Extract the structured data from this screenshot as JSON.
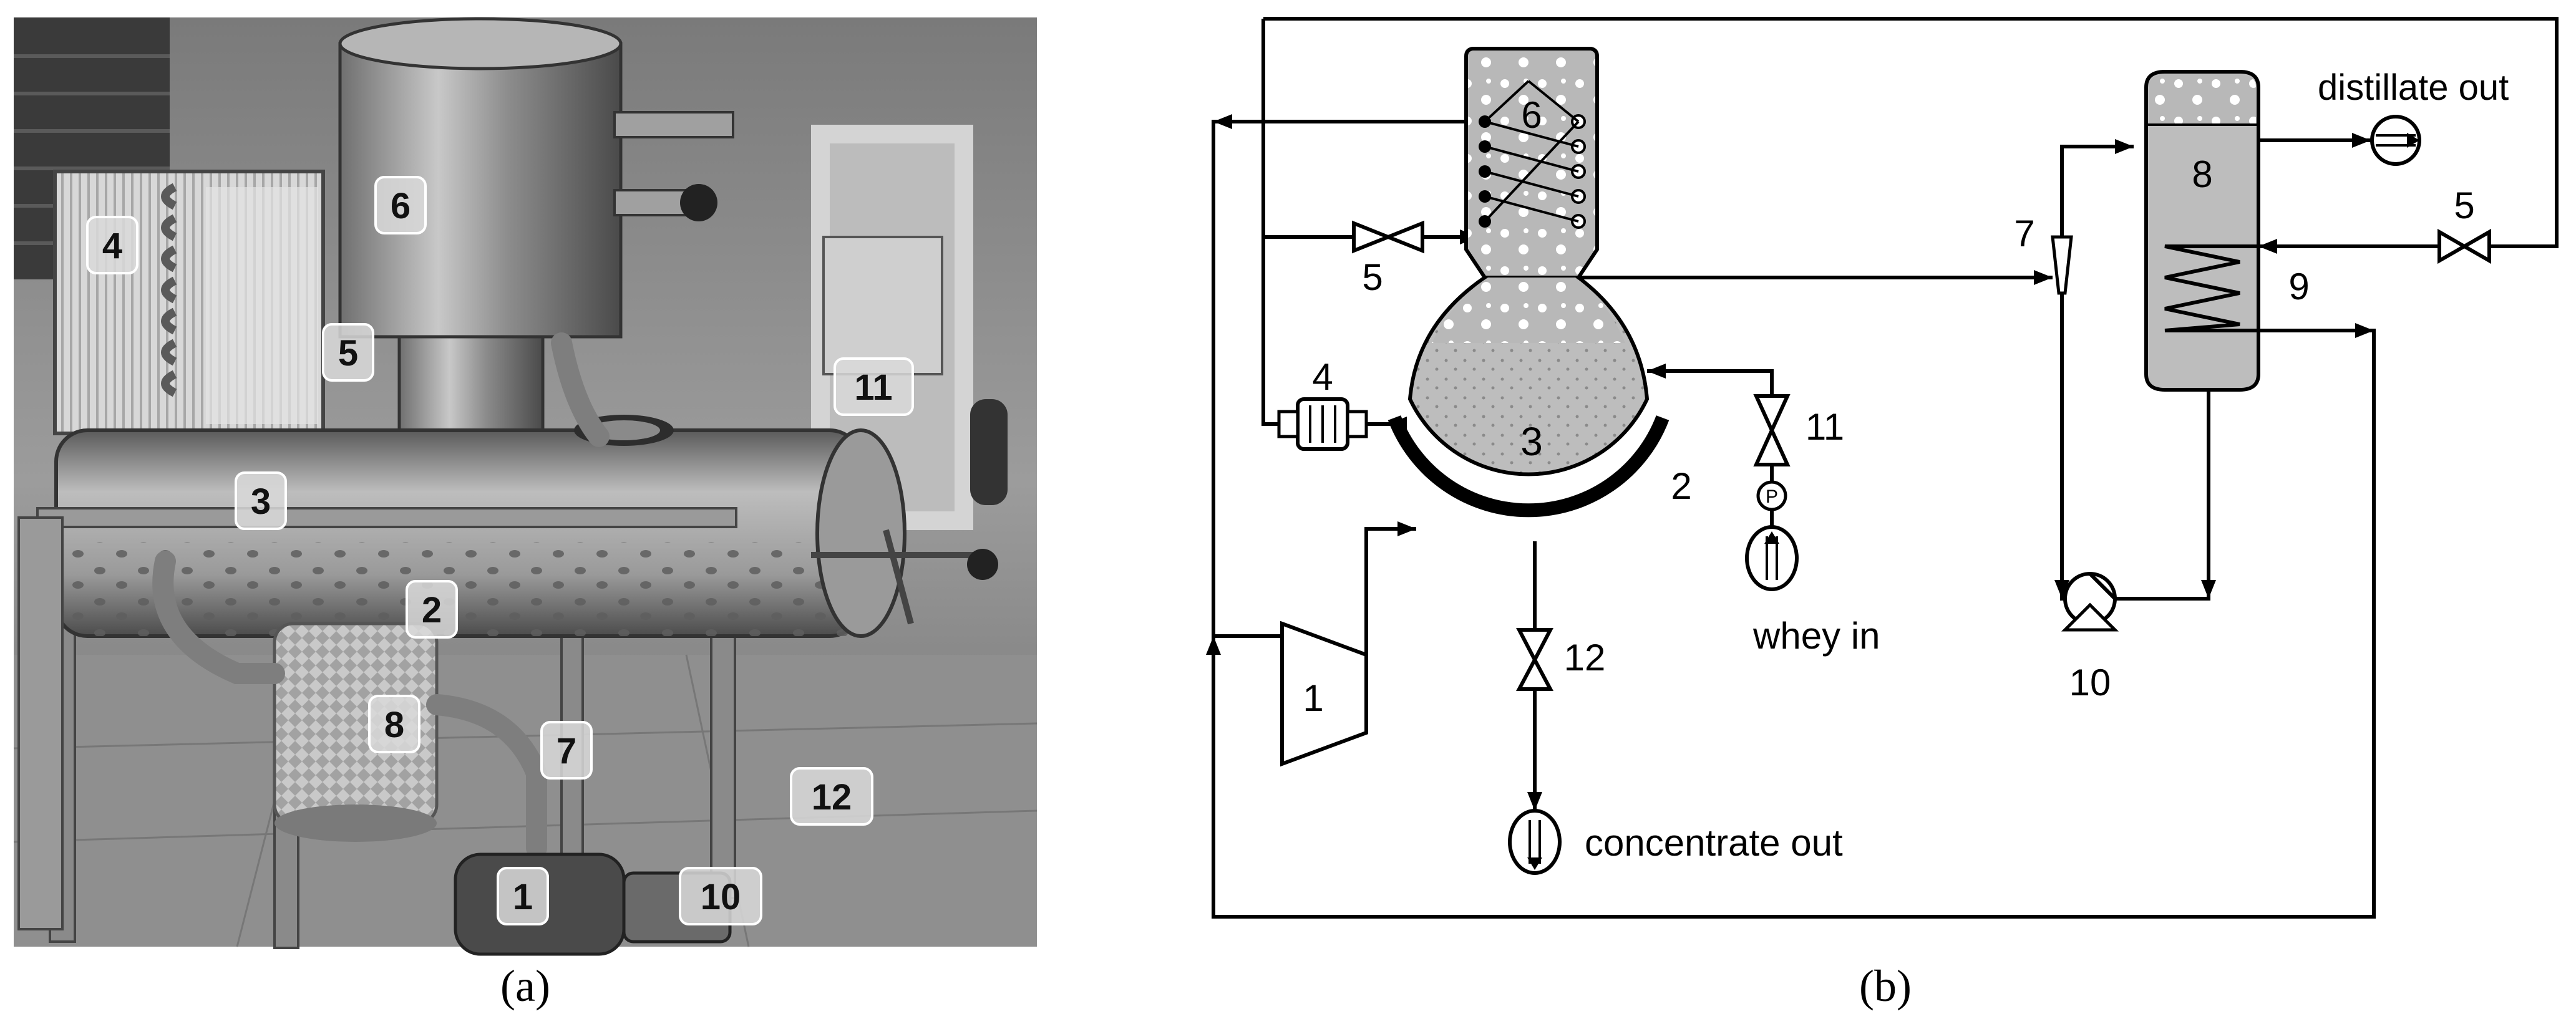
{
  "captions": {
    "left": "(a)",
    "right": "(b)"
  },
  "photo": {
    "description_labels": [
      "1",
      "2",
      "3",
      "4",
      "5",
      "6",
      "7",
      "8",
      "10",
      "11",
      "12"
    ]
  },
  "photo_labels": {
    "l1": "1",
    "l2": "2",
    "l3": "3",
    "l4": "4",
    "l5": "5",
    "l6": "6",
    "l7": "7",
    "l8": "8",
    "l10": "10",
    "l11": "11",
    "l12": "12"
  },
  "schematic_labels": {
    "n1": "1",
    "n2": "2",
    "n3": "3",
    "n4": "4",
    "n5a": "5",
    "n5b": "5",
    "n6": "6",
    "n7": "7",
    "n8": "8",
    "n9": "9",
    "n10": "10",
    "n11": "11",
    "n12": "12",
    "p_symbol": "P"
  },
  "schematic_text": {
    "distillate_out": "distillate out",
    "whey_in": "whey in",
    "concentrate_out": "concentrate out"
  }
}
